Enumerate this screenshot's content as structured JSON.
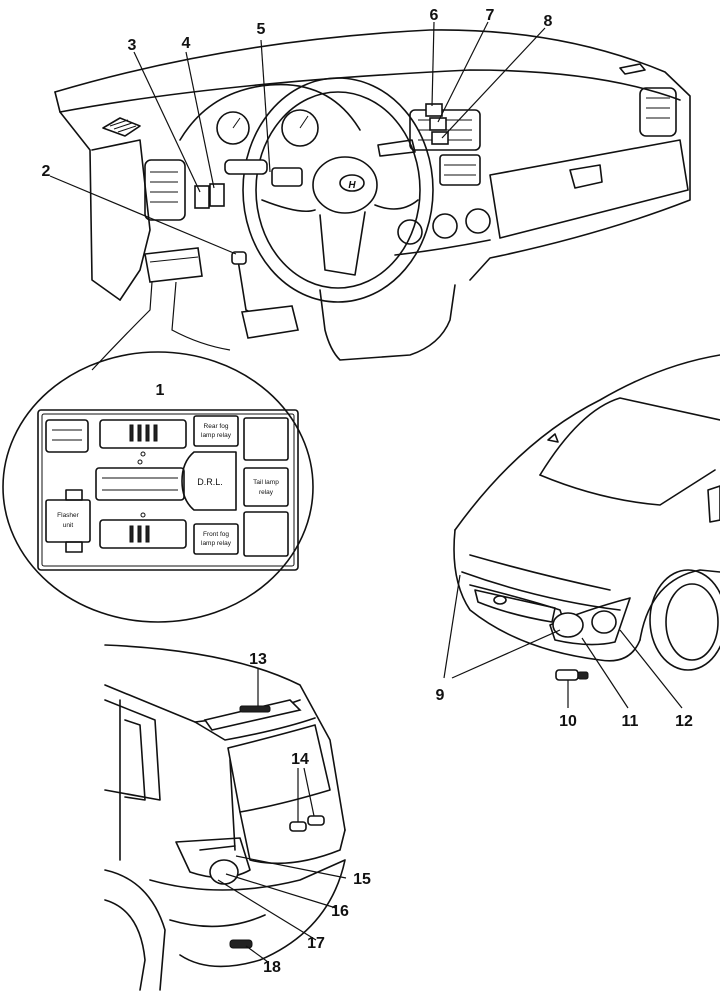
{
  "callouts": [
    "1",
    "2",
    "3",
    "4",
    "5",
    "6",
    "7",
    "8",
    "9",
    "10",
    "11",
    "12",
    "13",
    "14",
    "15",
    "16",
    "17",
    "18"
  ],
  "junction_box": {
    "rear_fog_relay": [
      "Rear fog",
      "lamp relay"
    ],
    "drl": "D.R.L.",
    "tail_lamp_relay": [
      "Tail lamp",
      "relay"
    ],
    "front_fog_relay": [
      "Front fog",
      "lamp relay"
    ],
    "flasher_unit": [
      "Flasher",
      "unit"
    ]
  },
  "brand_emblem": "H"
}
